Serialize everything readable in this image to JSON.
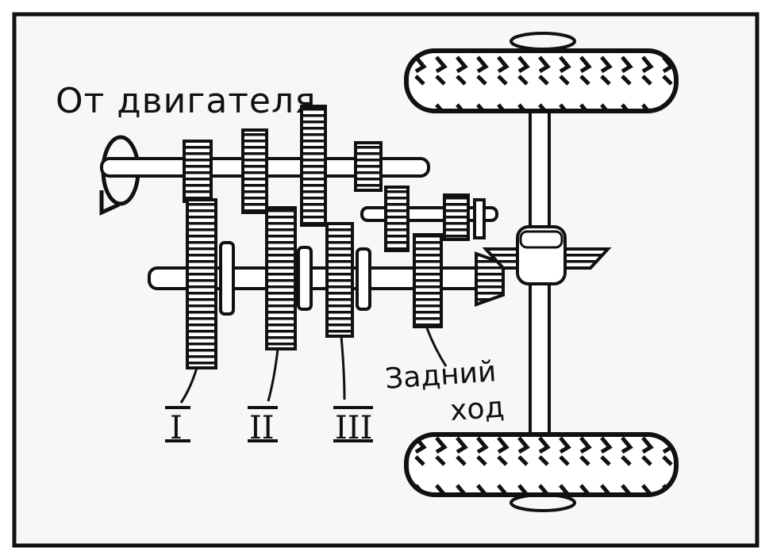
{
  "title": "От двигателя",
  "gear_labels": [
    "I",
    "II",
    "III"
  ],
  "reverse_label_line1": "Задний",
  "reverse_label_line2": "ход",
  "colors": {
    "ink": "#111111",
    "paper": "#f7f7f5",
    "background": "#ffffff"
  },
  "icons": {
    "rotation": "rotation-arrow-icon"
  }
}
